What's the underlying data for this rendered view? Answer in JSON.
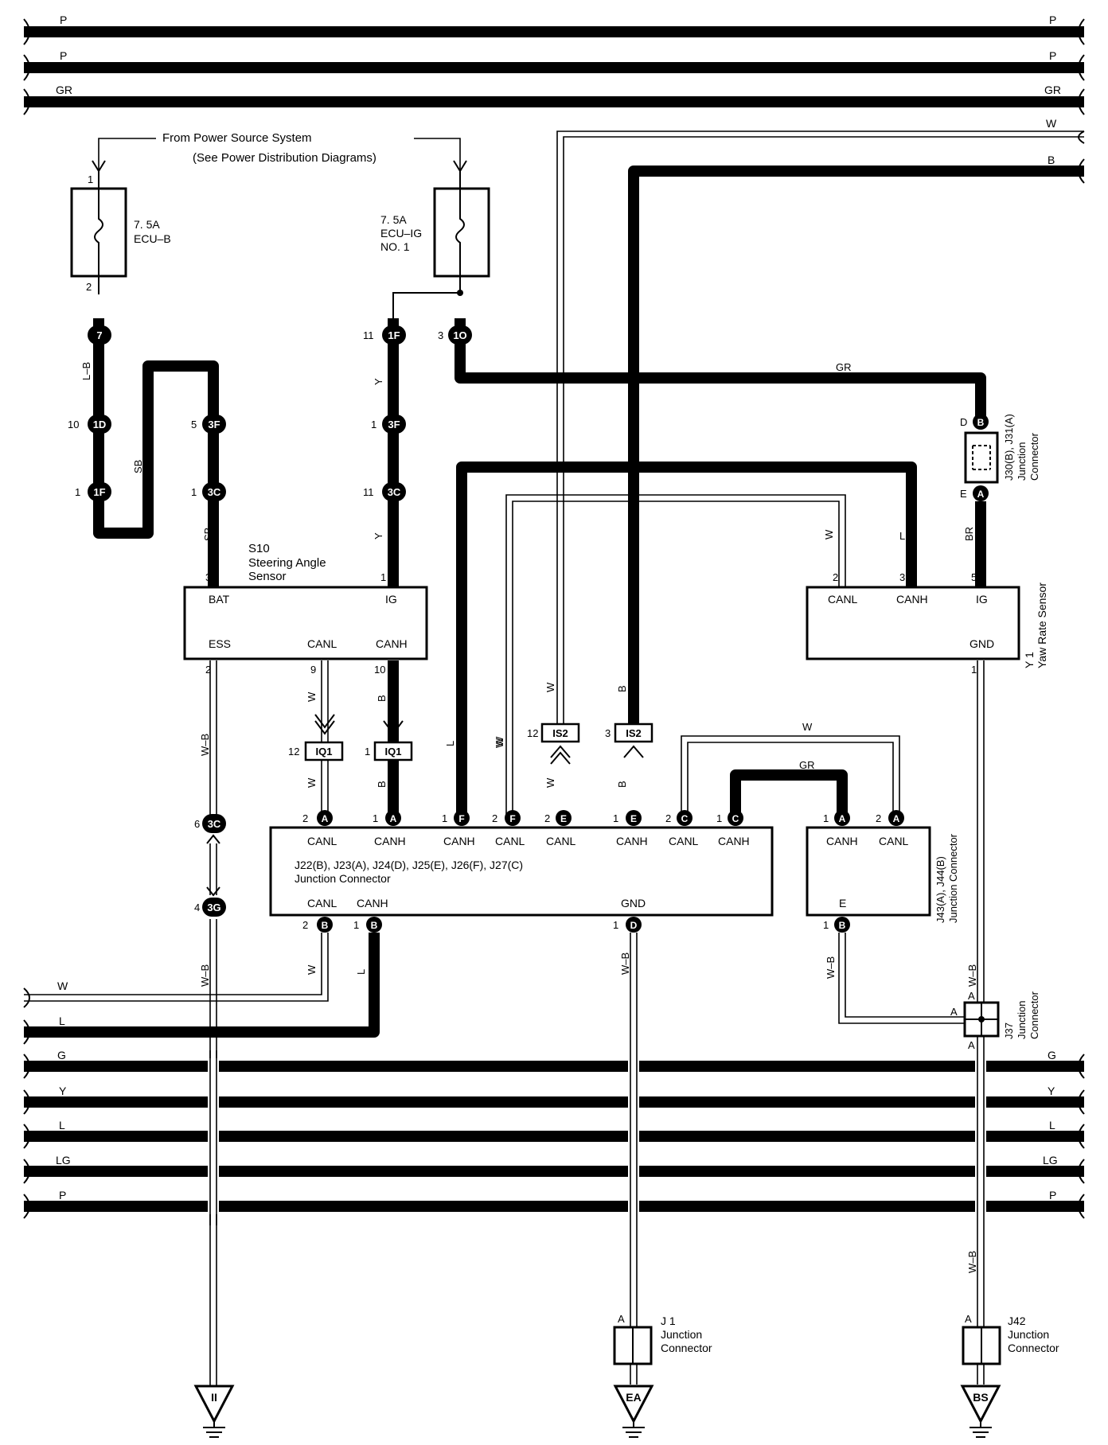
{
  "power_source": {
    "title": "From Power Source System",
    "note": "(See Power Distribution Diagrams)"
  },
  "bus_lines_top": [
    "P",
    "P",
    "GR"
  ],
  "bus_lines_bottom": [
    "W",
    "L",
    "G",
    "Y",
    "L",
    "LG",
    "P"
  ],
  "right_wires": [
    "W",
    "B"
  ],
  "fuses": [
    {
      "rating": "7. 5A",
      "name": "ECU–B",
      "pin_in": "1",
      "pin_out": "2"
    },
    {
      "rating": "7. 5A",
      "name": "ECU–IG",
      "name2": "NO. 1"
    }
  ],
  "steering_sensor": {
    "id": "S10",
    "name": "Steering Angle",
    "name2": "Sensor",
    "pins": {
      "bat": "BAT",
      "ig": "IG",
      "ess": "ESS",
      "canl": "CANL",
      "canh": "CANH"
    }
  },
  "yaw_sensor": {
    "id": "Y 1",
    "name": "Yaw Rate Sensor",
    "pins": {
      "canl": "CANL",
      "canh": "CANH",
      "ig": "IG",
      "gnd": "GND"
    }
  },
  "junction_main": {
    "ids": "J22(B), J23(A), J24(D), J25(E), J26(F), J27(C)",
    "name": "Junction Connector",
    "top_pins": [
      "CANL",
      "CANH",
      "CANH",
      "CANL",
      "CANL",
      "CANH",
      "CANL",
      "CANH"
    ],
    "bottom_pins": [
      "CANL",
      "CANH",
      "GND"
    ]
  },
  "junction_j43": {
    "ids": "J43(A), J44(B)",
    "name": "Junction Connector",
    "pins": [
      "CANH",
      "CANL",
      "E"
    ]
  },
  "junction_j30": {
    "ids": "J30(B), J31(A)",
    "name": "Junction",
    "name2": "Connector"
  },
  "junction_j37": {
    "id": "J37",
    "name": "Junction",
    "name2": "Connector"
  },
  "junction_j1": {
    "id": "J 1",
    "name": "Junction",
    "name2": "Connector"
  },
  "junction_j42": {
    "id": "J42",
    "name": "Junction",
    "name2": "Connector"
  },
  "grounds": [
    "II",
    "EA",
    "BS"
  ],
  "connectors": {
    "c7": "7",
    "c1D": "1D",
    "c1F": "1F",
    "c3F": "3F",
    "c3C": "3C",
    "c1O": "1O",
    "c3G": "3G",
    "IQ1": "IQ1",
    "IS2": "IS2",
    "A": "A",
    "B": "B",
    "C": "C",
    "D": "D",
    "E": "E",
    "F": "F"
  },
  "wire_colors": {
    "LB": "L–B",
    "SB": "SB",
    "Y": "Y",
    "GR": "GR",
    "BR": "BR",
    "W": "W",
    "B": "B",
    "L": "L",
    "WB": "W–B"
  },
  "pin_numbers": {
    "p1": "1",
    "p2": "2",
    "p3": "3",
    "p4": "4",
    "p5": "5",
    "p6": "6",
    "p9": "9",
    "p10": "10",
    "p11": "11",
    "p12": "12"
  },
  "letters": {
    "A": "A",
    "D": "D",
    "E": "E"
  }
}
